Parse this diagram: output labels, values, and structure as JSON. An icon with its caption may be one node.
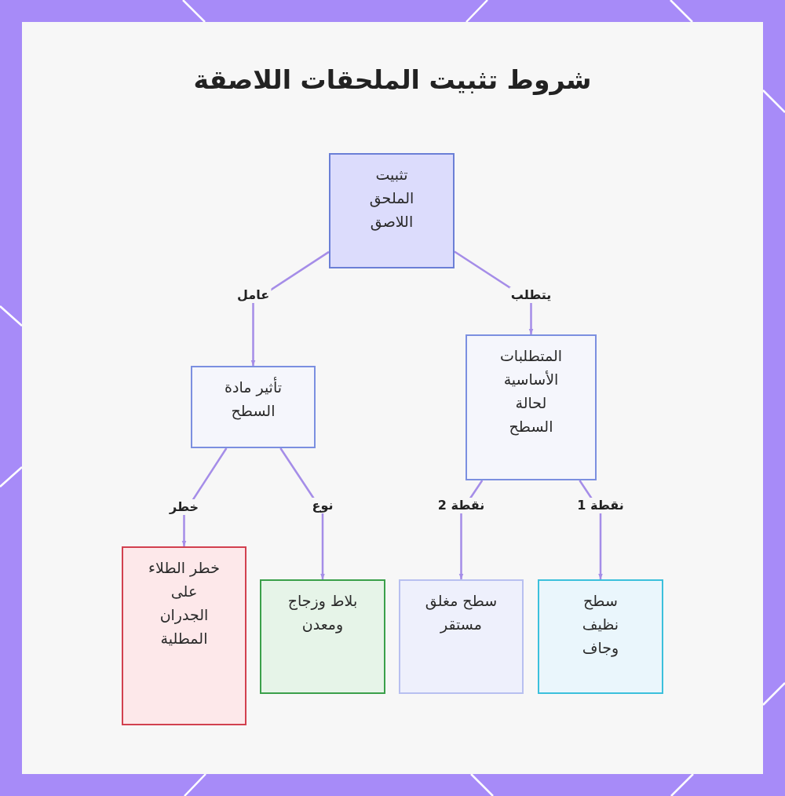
{
  "diagram": {
    "title": "شروط تثبيت الملحقات اللاصقة",
    "nodes": [
      {
        "text": [
          "تثبيت الملحق اللاصق"
        ]
      },
      {
        "text": [
          "تأثير مادة السطح"
        ]
      },
      {
        "text": [
          "المتطلبات الأساسية لحالة السطح"
        ]
      },
      {
        "text": [
          "خطر الطلاء على الجدران المطلية"
        ]
      },
      {
        "text": [
          "بلاط وزجاج ومعدن"
        ]
      },
      {
        "text": [
          "سطح مغلق مستقر"
        ]
      },
      {
        "text": [
          "سطح نظيف وجاف"
        ]
      }
    ],
    "edges": [
      {
        "from": 0,
        "to": 1,
        "arrow": "to",
        "label": "عامل"
      },
      {
        "from": 0,
        "to": 2,
        "arrow": "to",
        "label": "يتطلب"
      },
      {
        "from": 1,
        "to": 3,
        "arrow": "to",
        "label": "خطر"
      },
      {
        "from": 1,
        "to": 4,
        "arrow": "to",
        "label": "نوع"
      },
      {
        "from": 2,
        "to": 5,
        "arrow": "to",
        "label": "نقطة 2"
      },
      {
        "from": 2,
        "to": 6,
        "arrow": "to",
        "label": "نقطة 1"
      }
    ]
  }
}
